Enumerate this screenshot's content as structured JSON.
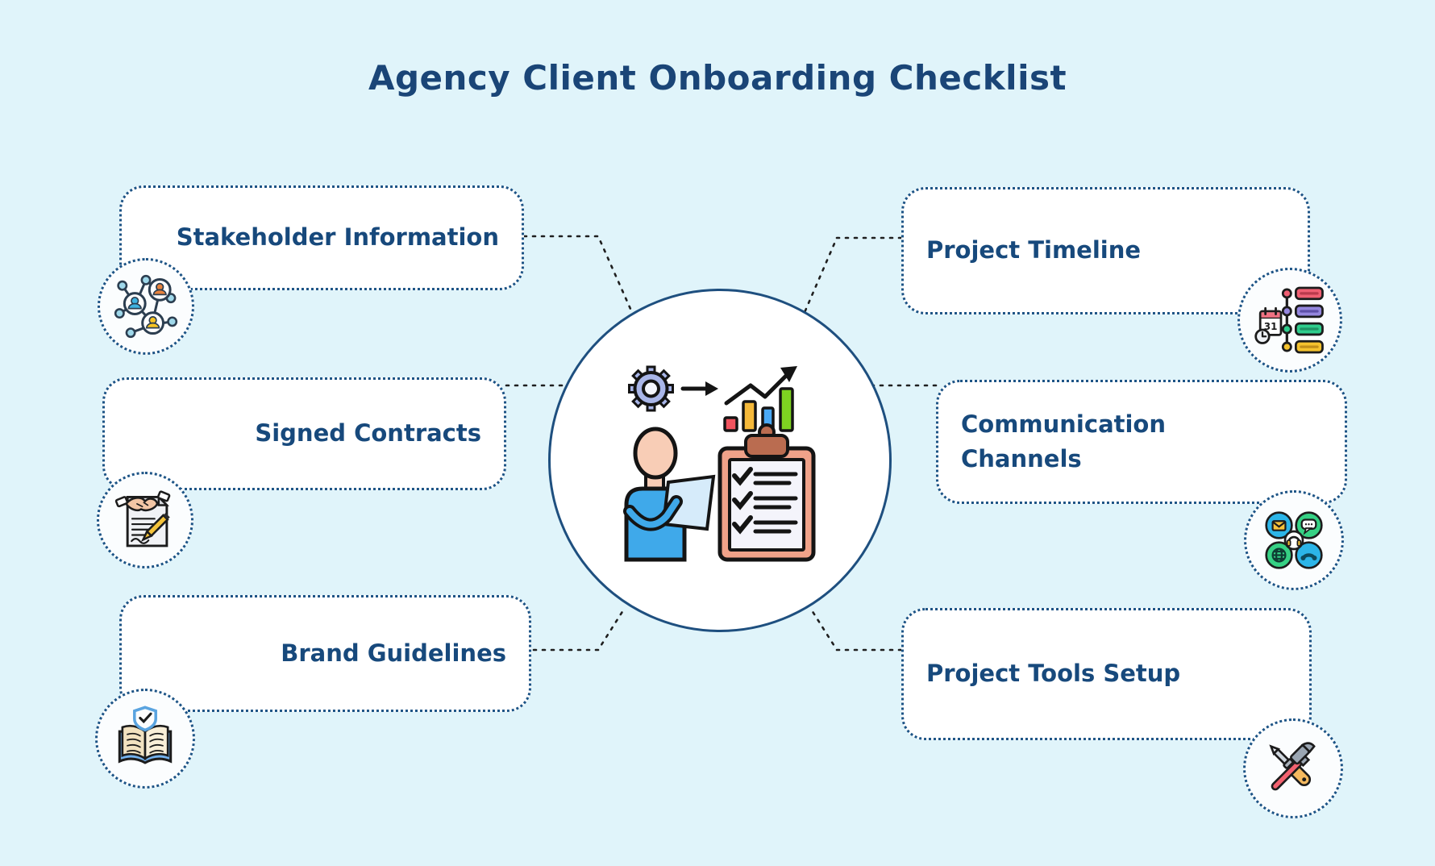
{
  "title": "Agency Client Onboarding Checklist",
  "colors": {
    "background": "#e0f4fa",
    "title_text": "#1a4577",
    "label_text": "#17497c",
    "box_border": "#1d5486",
    "box_fill": "#ffffff",
    "connector": "#1f1f1f",
    "center_circle_border": "#1e4f7f"
  },
  "center_illustration": {
    "name": "person-with-checklist-clipboard-gear-and-growth-chart"
  },
  "checklist": {
    "left": [
      {
        "label": "Stakeholder Information",
        "icon": "stakeholder-network-icon"
      },
      {
        "label": "Signed Contracts",
        "icon": "signed-contract-icon"
      },
      {
        "label": "Brand Guidelines",
        "icon": "brand-guidelines-book-icon"
      }
    ],
    "right": [
      {
        "label": "Project Timeline",
        "icon": "project-timeline-icon"
      },
      {
        "label": "Communication Channels",
        "icon": "communication-channels-icon"
      },
      {
        "label": "Project Tools Setup",
        "icon": "project-tools-setup-icon"
      }
    ]
  }
}
